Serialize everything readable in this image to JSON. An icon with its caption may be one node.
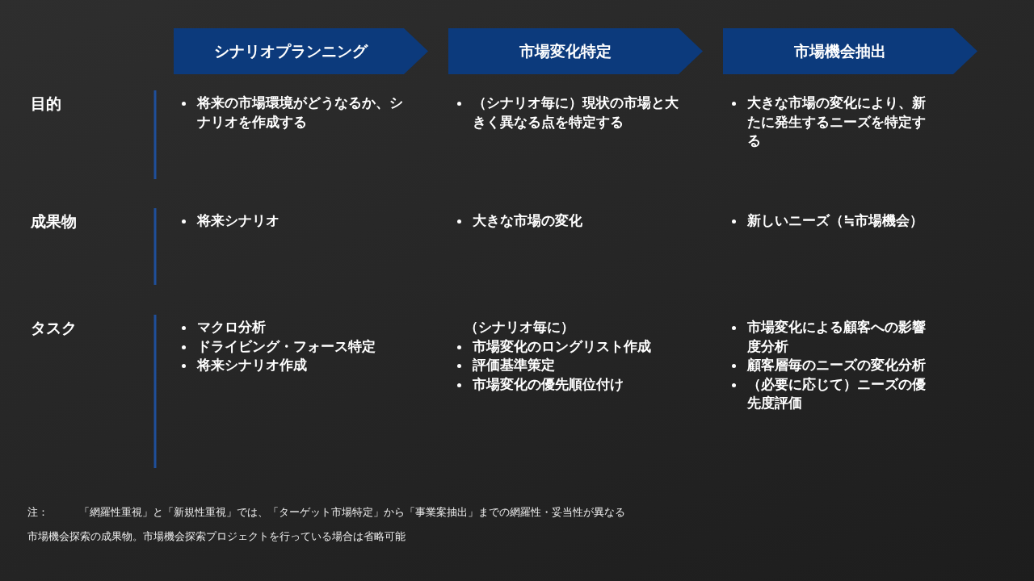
{
  "diagram": {
    "nodes": [
      {
        "text": [
          "シナリオプランニング"
        ]
      },
      {
        "text": [
          "市場変化特定"
        ]
      },
      {
        "text": [
          "市場機会抽出"
        ]
      }
    ],
    "edges": [],
    "labels": [
      "目的",
      "将来の市場環境がどうなるか、シナリオを作成する",
      "（シナリオ毎に）現状の市場と大きく異なる点を特定する",
      "大きな市場の変化により、新たに発生するニーズを特定する",
      "成果物",
      "将来シナリオ",
      "大きな市場の変化",
      "新しいニーズ（≒市場機会）",
      "タスク",
      "マクロ分析",
      "ドライビング・フォース特定",
      "将来シナリオ作成",
      "（シナリオ毎に）",
      "市場変化のロングリスト作成",
      "評価基準策定",
      "市場変化の優先順位付け",
      "市場変化による顧客への影響度分析",
      "顧客層毎のニーズの変化分析",
      "（必要に応じて）ニーズの優先度評価",
      "注：",
      "「網羅性重視」と「新規性重視」では、「ターゲット市場特定」から「事業案抽出」までの網羅性・妥当性が異なる",
      "市場機会探索の成果物。市場機会探索プロジェクトを行っている場合は省略可能"
    ]
  }
}
